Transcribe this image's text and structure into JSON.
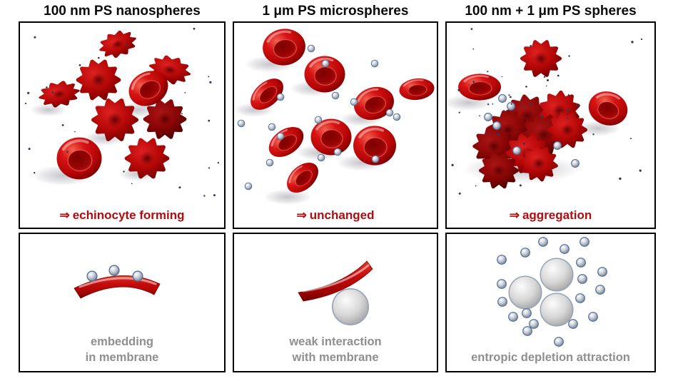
{
  "figure": {
    "background": "#ffffff",
    "colors": {
      "accent_red": "#b30b0e",
      "caption_gray": "#8f8f8f",
      "cell_red": "#c00000",
      "sphere_gray": "#cfd4da",
      "border_black": "#000000"
    },
    "panels": [
      {
        "title": "100 nm PS nanospheres",
        "arrow": "⇒",
        "result": "echinocyte forming",
        "mechanism": "embedding\nin membrane",
        "top_scene": "red-blood-cells-becoming-echinocytes-among-100nm-nanospheres",
        "bottom_scene": "nanospheres-embedded-in-red-membrane"
      },
      {
        "title": "1 μm PS microspheres",
        "arrow": "⇒",
        "result": "unchanged",
        "mechanism": "weak interaction\nwith membrane",
        "top_scene": "unchanged-red-blood-cells-among-1um-microspheres",
        "bottom_scene": "microsphere-touching-red-membrane"
      },
      {
        "title": "100 nm + 1 μm PS spheres",
        "arrow": "⇒",
        "result": "aggregation",
        "mechanism": "entropic depletion attraction",
        "top_scene": "aggregated-echinocytes-with-mixed-sphere-sizes",
        "bottom_scene": "large-spheres-clustered-by-small-spheres"
      }
    ]
  }
}
